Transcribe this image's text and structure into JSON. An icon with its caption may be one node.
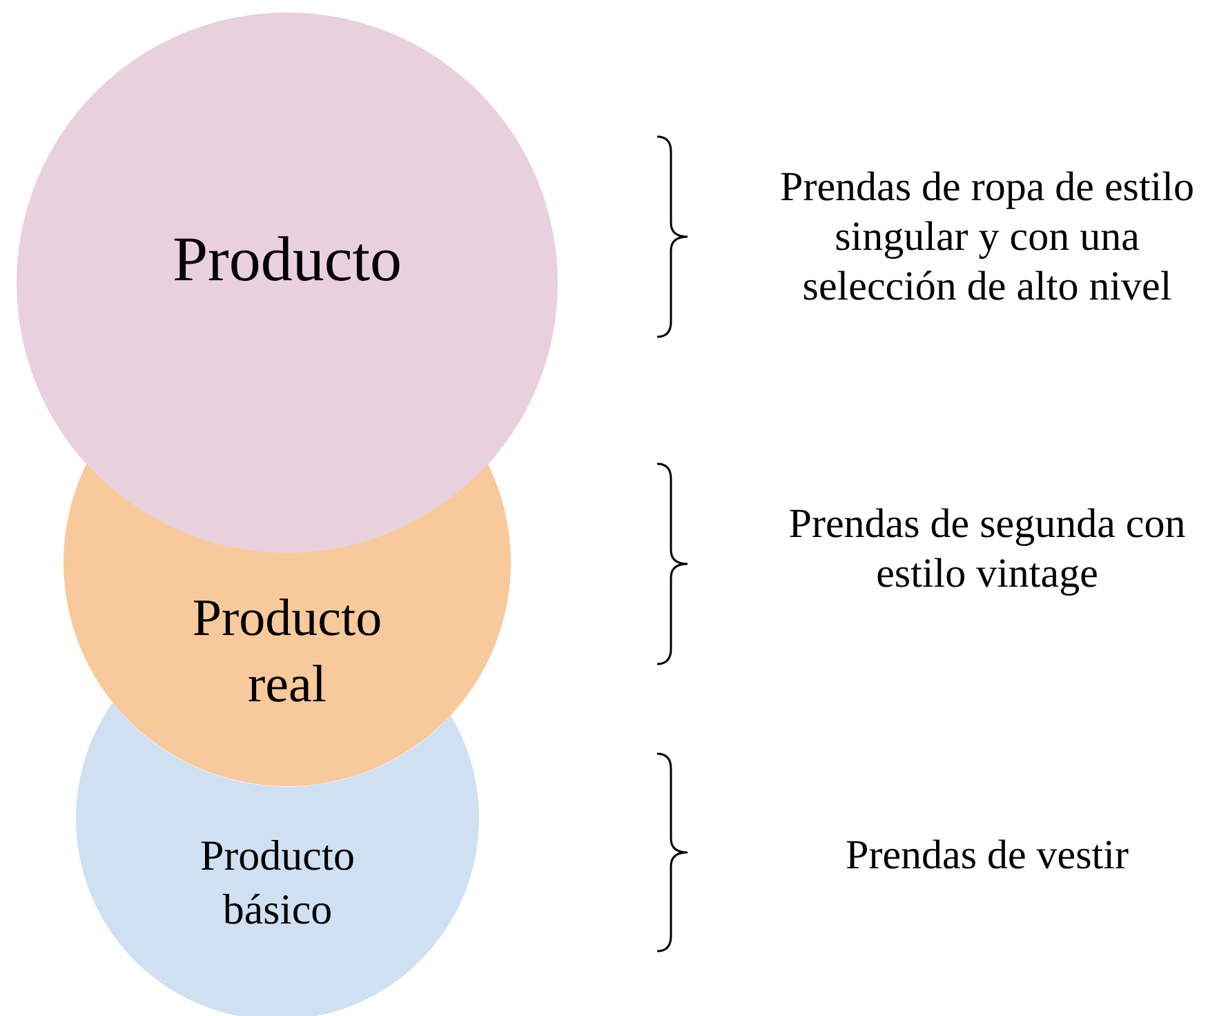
{
  "diagram": {
    "nodes": [
      {
        "text": [
          "Producto"
        ]
      },
      {
        "text": [
          "Producto real"
        ]
      },
      {
        "text": [
          "Producto básico"
        ]
      }
    ],
    "labels": [
      "Prendas de ropa de estilo singular y con una selección de alto nivel",
      "Prendas de segunda con estilo vintage",
      "Prendas de vestir"
    ]
  }
}
